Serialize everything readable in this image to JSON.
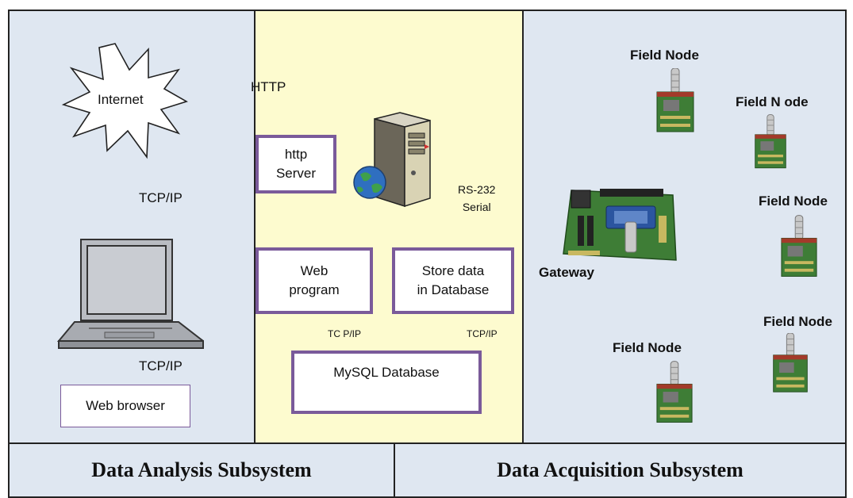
{
  "left_panel": {
    "internet_label": "Internet",
    "tcpip_top": "TCP/IP",
    "tcpip_bottom": "TCP/IP",
    "web_browser": "Web browser"
  },
  "middle_panel": {
    "http_label": "HTTP",
    "http_server": [
      "http",
      "Server"
    ],
    "rs232": [
      "RS-232",
      "Serial"
    ],
    "web_program": [
      "Web",
      "program"
    ],
    "store_data": [
      "Store data",
      "in Database"
    ],
    "tcpip_left": "TC P/IP",
    "tcpip_right": "TCP/IP",
    "mysql": "MySQL Database"
  },
  "right_panel": {
    "field_node_1": "Field Node",
    "field_node_2": "Field N ode",
    "field_node_3": "Field Node",
    "field_node_4": "Field Node",
    "field_node_5": "Field Node",
    "gateway": "Gateway"
  },
  "footer": {
    "left": "Data Analysis Subsystem",
    "right": "Data Acquisition Subsystem"
  },
  "colors": {
    "panel_blue": "#dfe7f1",
    "panel_yellow": "#fdfbcf",
    "box_border": "#7a5a9a",
    "pcb_green": "#3e7d36"
  }
}
